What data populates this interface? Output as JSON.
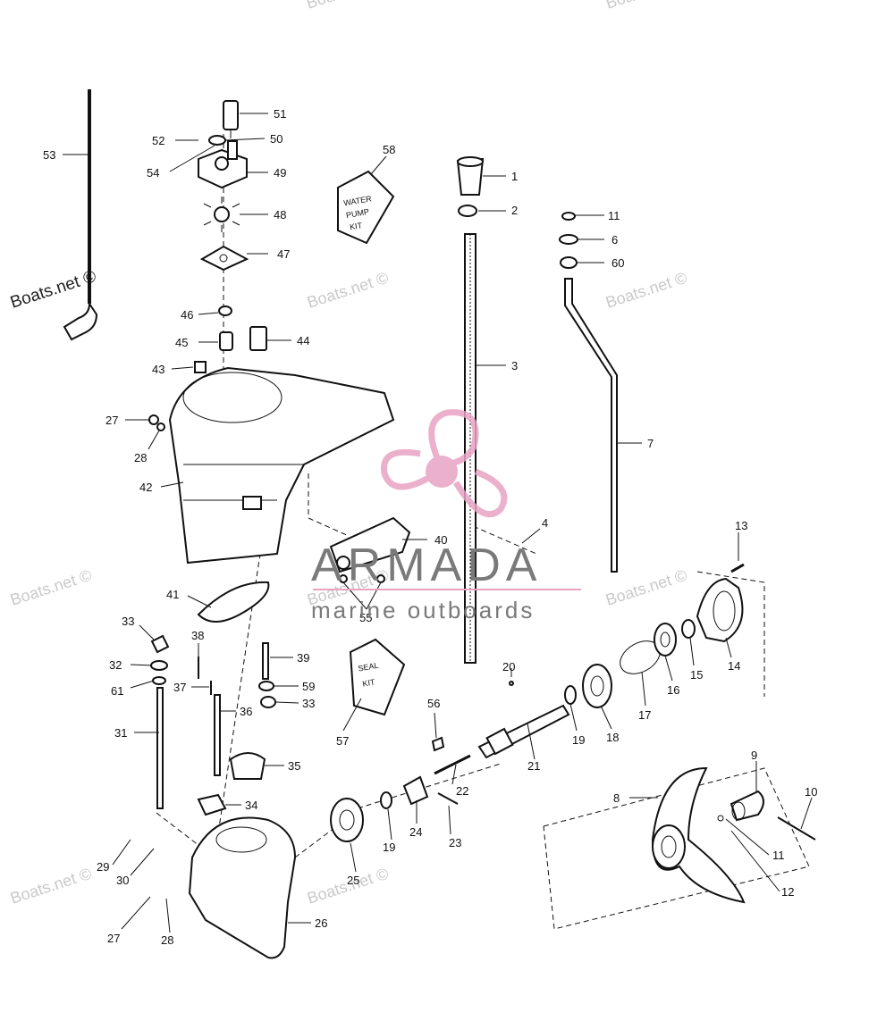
{
  "watermarks": [
    "Boats.net ©",
    "Boats.net ©",
    "Boats.net ©",
    "Boats.net ©",
    "Boats.net ©",
    "Boats.net ©",
    "Boats.net ©",
    "Boats.net ©",
    "Boats.net ©",
    "Boats.net ©"
  ],
  "brand": {
    "name": "ARMADA",
    "tagline": "marine outboards",
    "accent": "#e8a3c3"
  },
  "kits": {
    "pump_kit": [
      "WATER",
      "PUMP",
      "KIT"
    ],
    "seal_kit": [
      "SEAL",
      "KIT"
    ]
  },
  "callouts": [
    "51",
    "52",
    "50",
    "54",
    "49",
    "53",
    "48",
    "47",
    "46",
    "45",
    "44",
    "43",
    "27",
    "28",
    "42",
    "58",
    "1",
    "2",
    "3",
    "11",
    "6",
    "60",
    "7",
    "4",
    "40",
    "55",
    "13",
    "14",
    "15",
    "16",
    "17",
    "18",
    "19",
    "20",
    "21",
    "41",
    "33",
    "32",
    "61",
    "31",
    "38",
    "37",
    "39",
    "59",
    "33",
    "36",
    "35",
    "34",
    "57",
    "56",
    "22",
    "23",
    "24",
    "19",
    "25",
    "29",
    "30",
    "26",
    "27",
    "28",
    "8",
    "9",
    "10",
    "11",
    "12"
  ]
}
